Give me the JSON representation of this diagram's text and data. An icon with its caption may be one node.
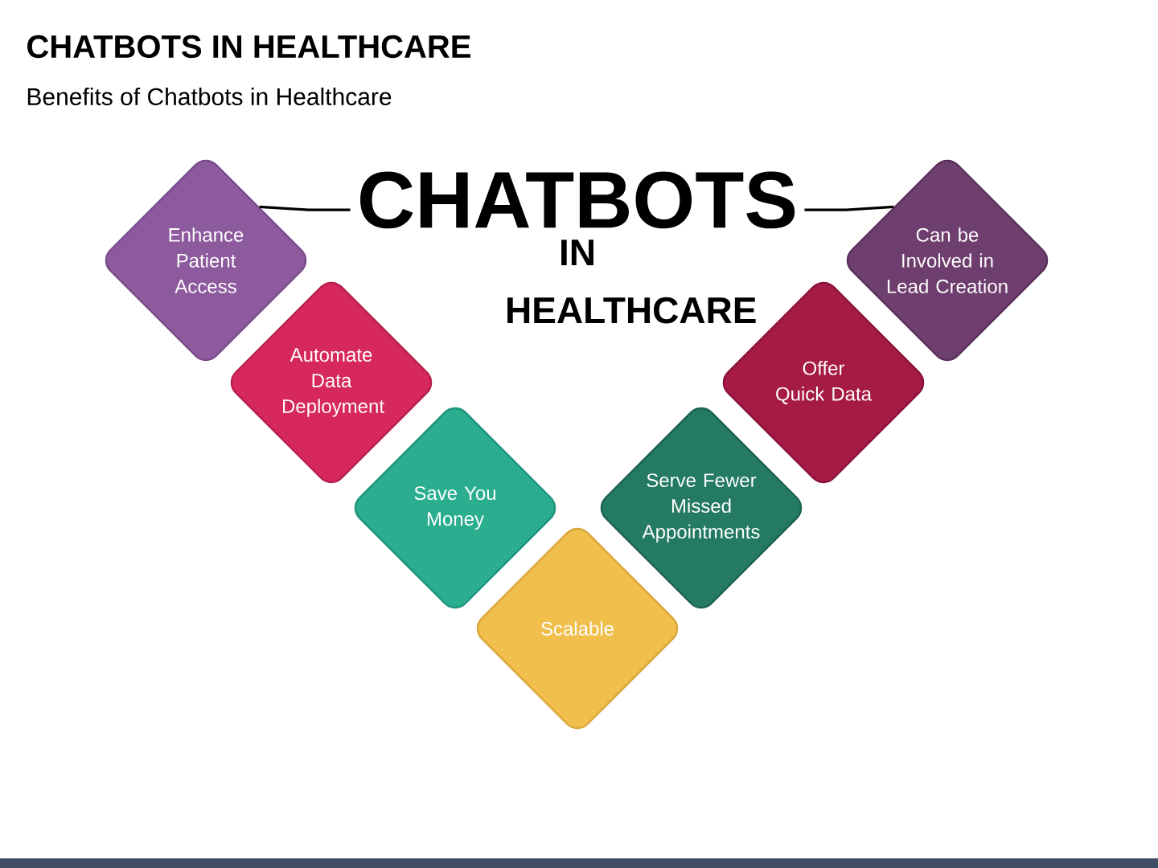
{
  "diagram": {
    "title": "CHATBOTS IN HEALTHCARE",
    "nodes": [
      {
        "text": [
          "CHATBOTS",
          "IN HEALTHCARE"
        ]
      },
      {
        "text": [
          "Enhance Patient Access"
        ]
      },
      {
        "text": [
          "Automate Data Deployment"
        ]
      },
      {
        "text": [
          "Save You Money"
        ]
      },
      {
        "text": [
          "Scalable"
        ]
      },
      {
        "text": [
          "Serve Fewer Missed Appointments"
        ]
      },
      {
        "text": [
          "Offer Quick Data"
        ]
      },
      {
        "text": [
          "Can be Involved in Lead Creation"
        ]
      }
    ],
    "edges": [
      {
        "from": 0,
        "to": 1,
        "arrow": "none"
      },
      {
        "from": 0,
        "to": 7,
        "arrow": "none"
      }
    ],
    "labels": [
      "Benefits of Chatbots in Healthcare"
    ]
  }
}
